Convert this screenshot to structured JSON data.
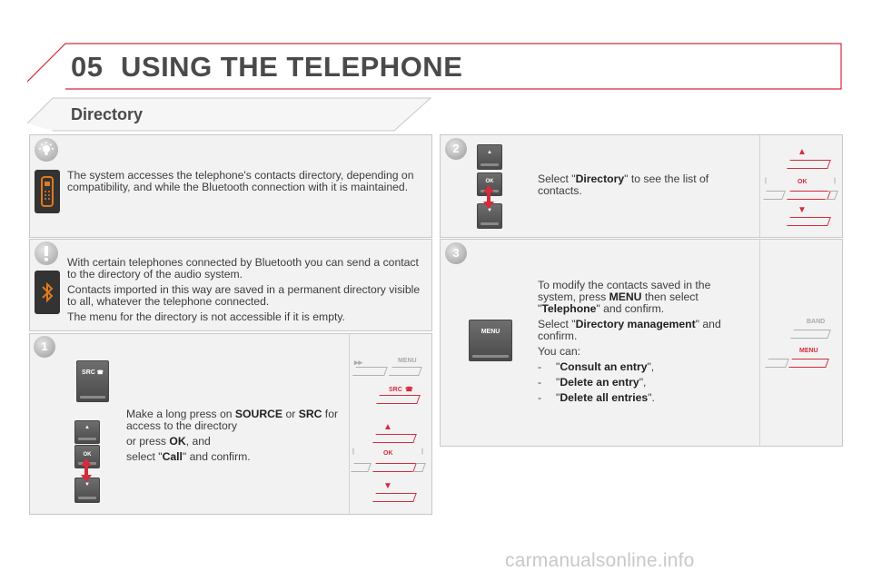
{
  "header": {
    "chapter": "05",
    "title": "USING THE TELEPHONE"
  },
  "section": {
    "title": "Directory"
  },
  "info": {
    "text": "The system accesses the telephone's contacts directory, depending on compatibility, and while the Bluetooth connection with it is maintained."
  },
  "warning": {
    "paragraphs": [
      "With certain telephones connected by Bluetooth you can send a contact to the directory of the audio system.",
      "Contacts imported in this way are saved in a permanent directory visible to all, whatever the telephone connected.",
      "The menu for the directory is not accessible if it is empty."
    ]
  },
  "step1": {
    "number": "1",
    "line1_pre": "Make a long press on ",
    "line1_b1": "SOURCE",
    "line1_mid": " or ",
    "line1_b2": "SRC",
    "line1_post": " for access to the directory",
    "line2_pre": "or press ",
    "line2_b": "OK",
    "line2_post": ", and",
    "line3_pre": "select \"",
    "line3_b": "Call",
    "line3_post": "\" and confirm.",
    "key_src": "SRC",
    "key_ok": "OK",
    "key_up": "▲",
    "key_down": "▼",
    "diag_menu": "MENU",
    "diag_src": "SRC",
    "diag_ok": "OK",
    "diag_up": "▲",
    "diag_down": "▼"
  },
  "step2": {
    "number": "2",
    "text_pre": "Select \"",
    "text_b": "Directory",
    "text_post": "\" to see the list of contacts.",
    "key_ok": "OK",
    "key_up": "▲",
    "key_down": "▼",
    "diag_ok": "OK",
    "diag_up": "▲",
    "diag_down": "▼"
  },
  "step3": {
    "number": "3",
    "p1_pre": "To modify the contacts saved in the system, press ",
    "p1_b1": "MENU",
    "p1_mid": " then select \"",
    "p1_b2": "Telephone",
    "p1_post": "\" and confirm.",
    "p2_pre": "Select \"",
    "p2_b": "Directory management",
    "p2_post": "\" and confirm.",
    "p3": "You can:",
    "options": [
      {
        "dash": "-",
        "pre": "\"",
        "b": "Consult an entry",
        "post": "\","
      },
      {
        "dash": "-",
        "pre": "\"",
        "b": "Delete an entry",
        "post": "\","
      },
      {
        "dash": "-",
        "pre": "\"",
        "b": "Delete all entries",
        "post": "\"."
      }
    ],
    "key_menu": "MENU",
    "diag_band": "BAND",
    "diag_menu": "MENU"
  },
  "footer": {
    "watermark": "carmanualsonline.info"
  },
  "colors": {
    "accent_red": "#d52b3b",
    "panel": "#f2f2f2",
    "header_rule": "#d52b3b"
  }
}
